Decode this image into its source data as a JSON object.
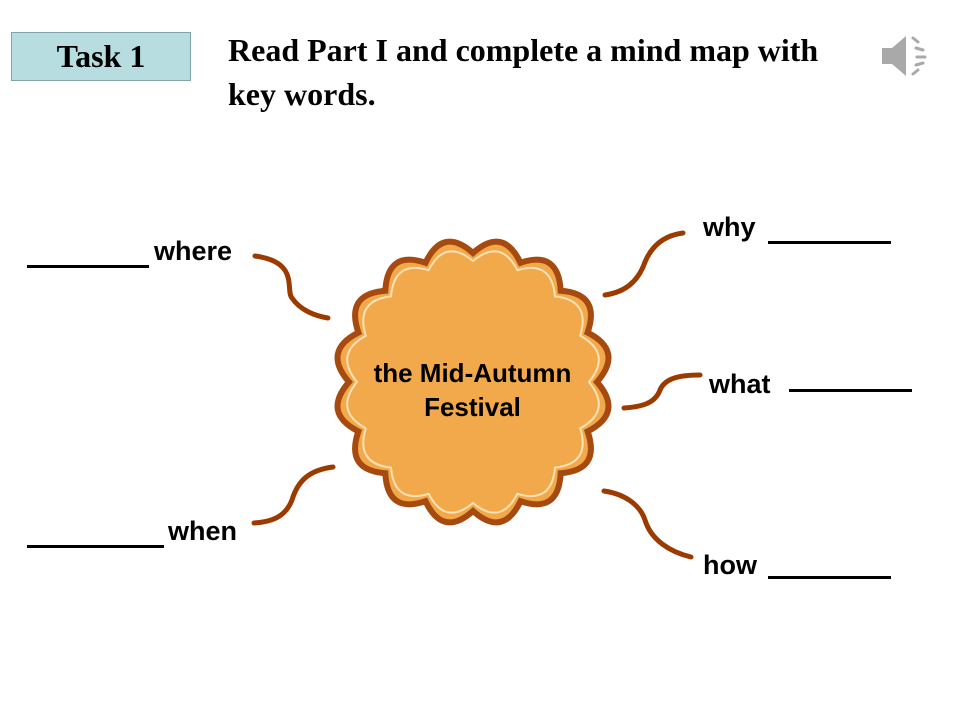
{
  "task": {
    "label": "Task 1"
  },
  "instruction": "Read Part I and complete a mind map with key words.",
  "audio": {
    "icon": "speaker-icon"
  },
  "mind_map": {
    "center": {
      "line1": "the Mid-Autumn",
      "line2": "Festival"
    },
    "branches": [
      {
        "id": "where",
        "label": "where"
      },
      {
        "id": "when",
        "label": "when"
      },
      {
        "id": "why",
        "label": "why"
      },
      {
        "id": "what",
        "label": "what"
      },
      {
        "id": "how",
        "label": "how"
      }
    ]
  },
  "colors": {
    "badge_fill": "#b7dde1",
    "cloud_fill": "#f2a94b",
    "cloud_outline": "#a64a0f",
    "cloud_inner_line": "#fbe1b6",
    "connector": "#9c3b00"
  }
}
